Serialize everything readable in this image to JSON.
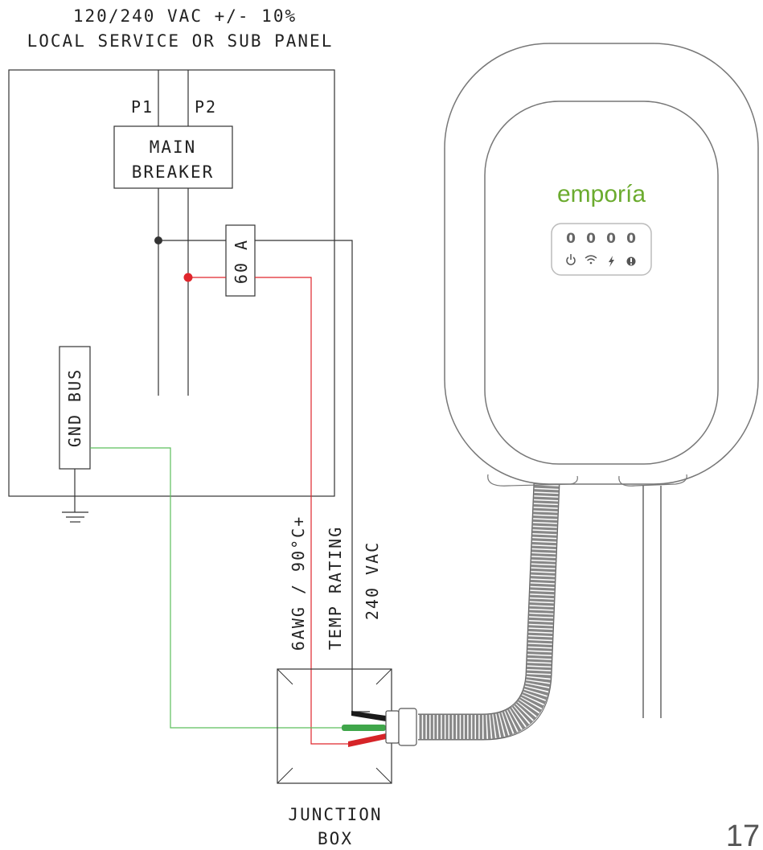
{
  "header": {
    "voltage": "120/240 VAC +/- 10%",
    "panel": "LOCAL SERVICE OR SUB PANEL"
  },
  "panel": {
    "phase1": "P1",
    "phase2": "P2",
    "main_breaker_line1": "MAIN",
    "main_breaker_line2": "BREAKER",
    "breaker_rating": "60 A",
    "ground_bus": "GND BUS"
  },
  "wire_specs": {
    "gauge": "6AWG / 90°C+",
    "temp": "TEMP RATING",
    "voltage": "240 VAC"
  },
  "junction_box": {
    "line1": "JUNCTION",
    "line2": "BOX"
  },
  "charger": {
    "brand": "emporía",
    "indicator_digits": [
      "0",
      "0",
      "0",
      "0"
    ],
    "indicator_icons": [
      "power-icon",
      "wifi-icon",
      "charging-bolt-icon",
      "alert-icon"
    ]
  },
  "page_number": "17",
  "colors": {
    "line": "#333333",
    "hot": "#e0262c",
    "ground": "#5cbf5c",
    "brand": "#6bab2e",
    "charger_outline": "#777777"
  }
}
